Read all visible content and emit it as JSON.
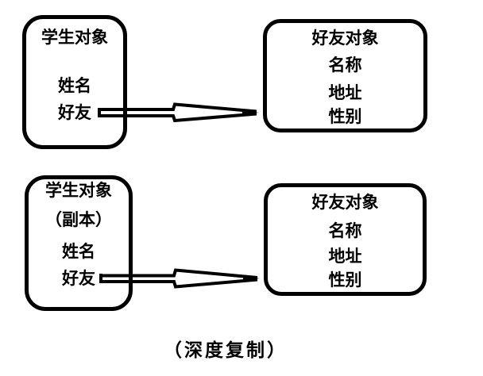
{
  "colors": {
    "ink": "#000000",
    "background": "#ffffff"
  },
  "top_student_box": {
    "title": "学生对象",
    "fields": [
      "姓名",
      "好友"
    ]
  },
  "top_friend_box": {
    "title": "好友对象",
    "fields": [
      "名称",
      "地址",
      "性别"
    ]
  },
  "bottom_student_box": {
    "title": "学生对象",
    "subtitle": "（副本）",
    "fields": [
      "姓名",
      "好友"
    ]
  },
  "bottom_friend_box": {
    "title": "好友对象",
    "fields": [
      "名称",
      "地址",
      "性别"
    ]
  },
  "caption": "（深度复制）"
}
